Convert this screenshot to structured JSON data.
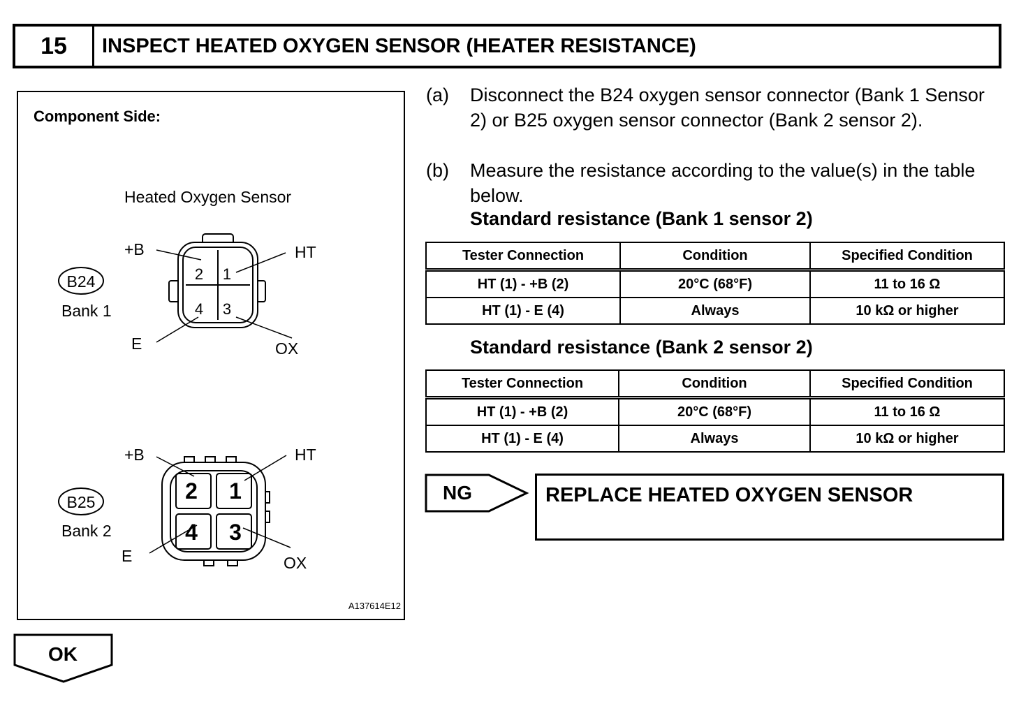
{
  "header": {
    "step_number": "15",
    "title": "INSPECT HEATED OXYGEN SENSOR (HEATER RESISTANCE)"
  },
  "figure": {
    "caption": "Component Side:",
    "sensor_title": "Heated Oxygen Sensor",
    "image_code": "A137614E12",
    "connector_b24": {
      "code": "B24",
      "bank": "Bank 1",
      "pin_labels": {
        "plusB": "+B",
        "HT": "HT",
        "E": "E",
        "OX": "OX"
      },
      "pins": [
        "2",
        "1",
        "4",
        "3"
      ]
    },
    "connector_b25": {
      "code": "B25",
      "bank": "Bank 2",
      "pin_labels": {
        "plusB": "+B",
        "HT": "HT",
        "E": "E",
        "OX": "OX"
      },
      "pins": [
        "2",
        "1",
        "4",
        "3"
      ]
    }
  },
  "steps": [
    {
      "label": "(a)",
      "text": "Disconnect the B24 oxygen sensor connector (Bank 1 Sensor 2) or B25 oxygen sensor connector (Bank 2 sensor 2)."
    },
    {
      "label": "(b)",
      "text": "Measure the resistance according to the value(s) in the table below."
    }
  ],
  "tables": [
    {
      "title": "Standard resistance (Bank 1 sensor 2)",
      "headers": [
        "Tester Connection",
        "Condition",
        "Specified Condition"
      ],
      "rows": [
        [
          "HT (1) - +B (2)",
          "20°C (68°F)",
          "11 to 16 Ω"
        ],
        [
          "HT (1) - E (4)",
          "Always",
          "10 kΩ or higher"
        ]
      ]
    },
    {
      "title": "Standard resistance (Bank 2 sensor 2)",
      "headers": [
        "Tester Connection",
        "Condition",
        "Specified Condition"
      ],
      "rows": [
        [
          "HT (1) - +B (2)",
          "20°C (68°F)",
          "11 to 16 Ω"
        ],
        [
          "HT (1) - E (4)",
          "Always",
          "10 kΩ or higher"
        ]
      ]
    }
  ],
  "ng": {
    "label": "NG",
    "action": "REPLACE HEATED OXYGEN SENSOR"
  },
  "ok": {
    "label": "OK"
  }
}
